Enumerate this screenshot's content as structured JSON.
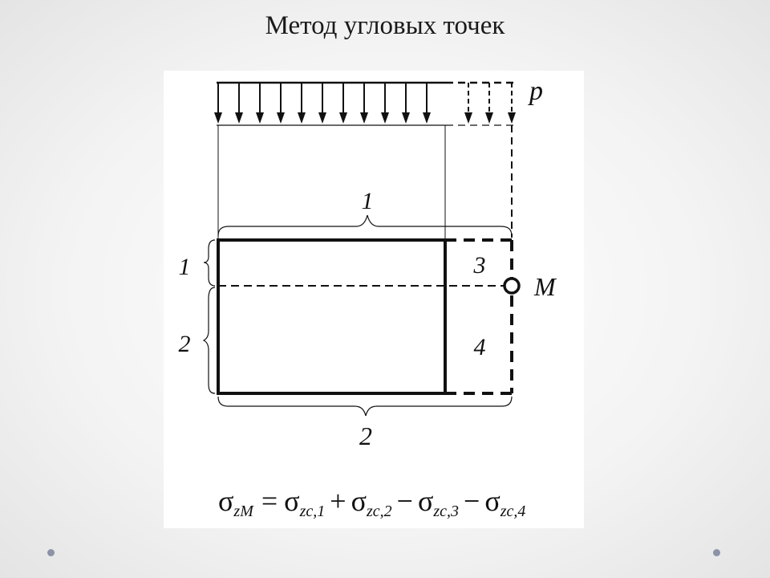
{
  "slide": {
    "title": "Метод угловых точек"
  },
  "diagram": {
    "load_label": "p",
    "point_label": "M",
    "top_brace_label": "1",
    "bottom_brace_label": "2",
    "left_upper_brace_label": "1",
    "left_lower_brace_label": "2",
    "region_3_label": "3",
    "region_4_label": "4",
    "formula": {
      "lhs_symbol": "σ",
      "lhs_subscript": "zM",
      "equals": "=",
      "terms": [
        {
          "sign": "",
          "symbol": "σ",
          "subscript": "zc,1"
        },
        {
          "sign": "+",
          "symbol": "σ",
          "subscript": "zc,2"
        },
        {
          "sign": "−",
          "symbol": "σ",
          "subscript": "zc,3"
        },
        {
          "sign": "−",
          "symbol": "σ",
          "subscript": "zc,4"
        }
      ]
    }
  },
  "decor": {
    "dot_color": "#8c93a8"
  }
}
